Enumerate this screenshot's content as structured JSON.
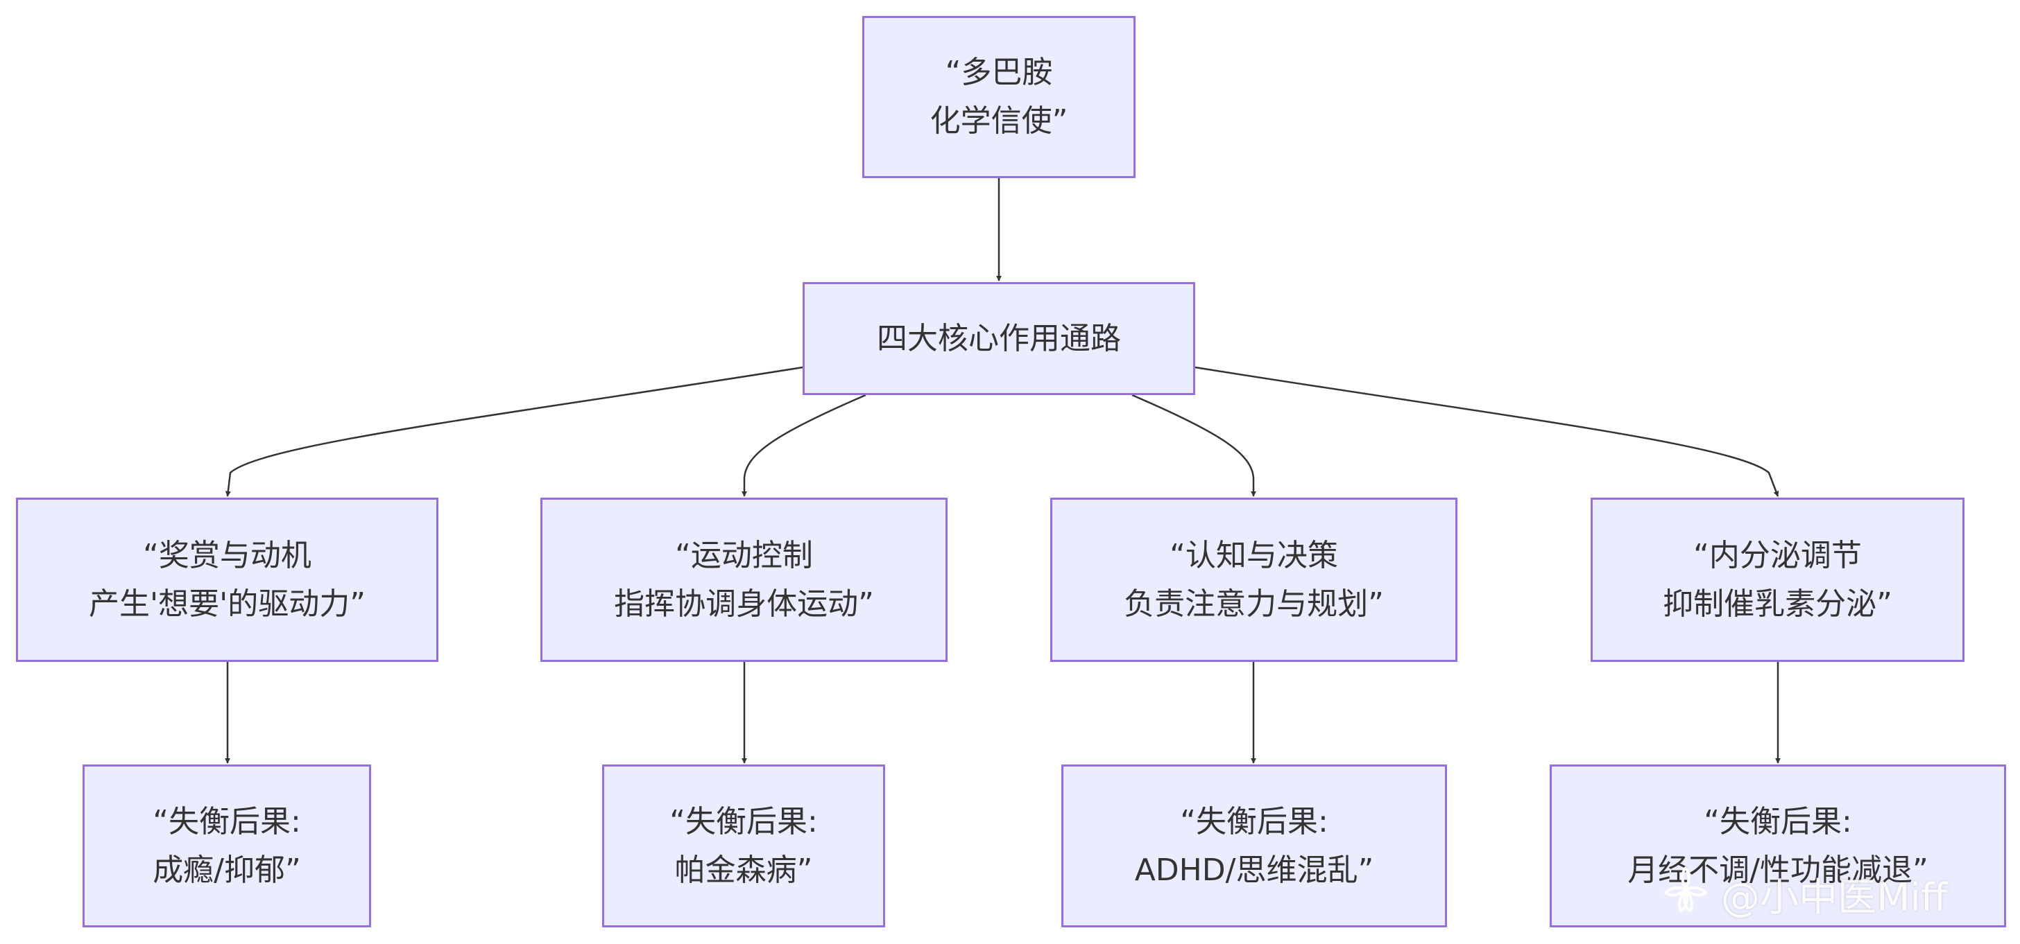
{
  "nodes": {
    "dopamine": [
      "“多巴胺",
      "化学信使”"
    ],
    "pathways": [
      "四大核心作用通路"
    ],
    "reward": [
      "“奖赏与动机",
      "产生'想要'的驱动力”"
    ],
    "motor": [
      "“运动控制",
      "指挥协调身体运动”"
    ],
    "cognition": [
      "“认知与决策",
      "负责注意力与规划”"
    ],
    "endocrine": [
      "“内分泌调节",
      "抑制催乳素分泌”"
    ],
    "reward_result": [
      "“失衡后果:",
      "成瘾/抑郁”"
    ],
    "motor_result": [
      "“失衡后果:",
      "帕金森病”"
    ],
    "cognition_result": [
      "“失衡后果:",
      "ADHD/思维混乱”"
    ],
    "endocrine_result": [
      "“失衡后果:",
      "月经不调/性功能减退”"
    ]
  },
  "watermark": {
    "text": "@小中医Miff",
    "icon": "flower-logo-icon"
  },
  "colors": {
    "node_fill": "#ECECFF",
    "node_border": "#9370DB",
    "edge": "#333333"
  }
}
